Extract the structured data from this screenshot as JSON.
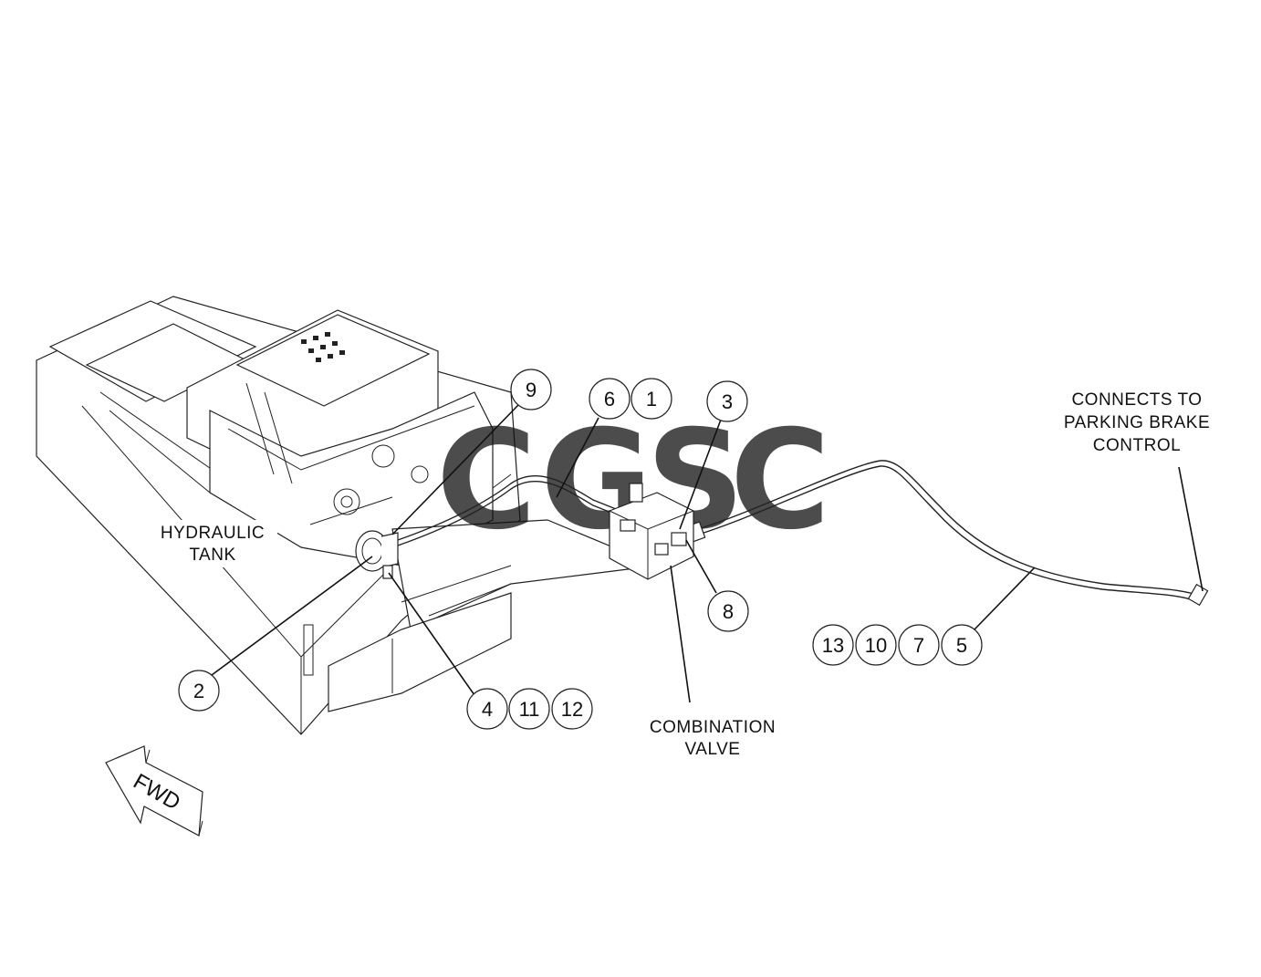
{
  "labels": {
    "hydraulic_tank": [
      "HYDRAULIC",
      "TANK"
    ],
    "combination_valve": [
      "COMBINATION",
      "VALVE"
    ],
    "parking_brake": [
      "CONNECTS TO",
      "PARKING BRAKE",
      "CONTROL"
    ],
    "fwd": "FWD"
  },
  "callouts": {
    "c9": "9",
    "c6": "6",
    "c1": "1",
    "c3": "3",
    "c8": "8",
    "c2": "2",
    "c4": "4",
    "c11": "11",
    "c12": "12",
    "c13": "13",
    "c10": "10",
    "c7": "7",
    "c5": "5"
  },
  "watermark": {
    "letters": [
      "C",
      "G",
      "S",
      "C"
    ],
    "colors": [
      "#4f8ff7",
      "#f07a70",
      "#f6cf48",
      "#5fbf8d"
    ]
  }
}
